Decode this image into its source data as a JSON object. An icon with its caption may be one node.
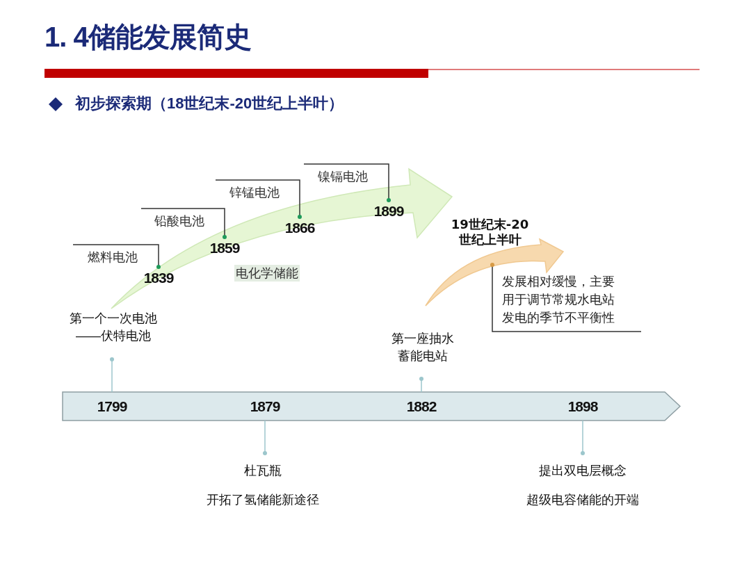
{
  "diagram": {
    "title": "1. 4储能发展简史",
    "nodes": [
      {
        "text": [],
        "shape": "bar"
      },
      {
        "text": [
          "1799"
        ],
        "in": 0
      },
      {
        "text": [
          "1879"
        ],
        "in": 0
      },
      {
        "text": [
          "1882"
        ],
        "in": 0
      },
      {
        "text": [
          "1898"
        ],
        "in": 0
      },
      {
        "text": [
          "第一个一次电池——伏特电池"
        ]
      },
      {
        "text": [
          "第一座抽水蓄能电站"
        ]
      },
      {
        "text": [
          "杜瓦瓶",
          "开拓了氢储能新途径"
        ]
      },
      {
        "text": [
          "提出双电层概念",
          "超级电容储能的开端"
        ]
      },
      {
        "text": [
          "燃料电池"
        ]
      },
      {
        "text": [
          "铅酸电池"
        ]
      },
      {
        "text": [
          "锌锰电池"
        ]
      },
      {
        "text": [
          "镍镉电池"
        ]
      },
      {
        "text": [
          "发展相对缓慢，主要用于调节常规水电站发电的季节不平衡性"
        ]
      },
      {
        "text": [
          "1839"
        ]
      },
      {
        "text": [
          "1859"
        ]
      },
      {
        "text": [
          "1866"
        ]
      },
      {
        "text": [
          "1899"
        ]
      }
    ],
    "edges": [
      {
        "from": 5,
        "to": 1,
        "arrow": "other",
        "color": "#9cc6cc"
      },
      {
        "from": 7,
        "to": 2,
        "arrow": "other",
        "color": "#9cc6cc"
      },
      {
        "from": 6,
        "to": 3,
        "arrow": "other",
        "color": "#9cc6cc"
      },
      {
        "from": 8,
        "to": 4,
        "arrow": "other",
        "color": "#9cc6cc"
      },
      {
        "from": 14,
        "to": 9,
        "arrow": "other"
      },
      {
        "from": 15,
        "to": 10,
        "arrow": "other"
      },
      {
        "from": 16,
        "to": 11,
        "arrow": "other"
      },
      {
        "from": 17,
        "to": 12,
        "arrow": "other"
      },
      {
        "from": null,
        "to": 13,
        "arrow": "other"
      }
    ],
    "labels": [
      "初步探索期（18世纪末-20世纪上半叶）",
      "电化学储能",
      "19世纪末-20世纪上半叶"
    ]
  }
}
